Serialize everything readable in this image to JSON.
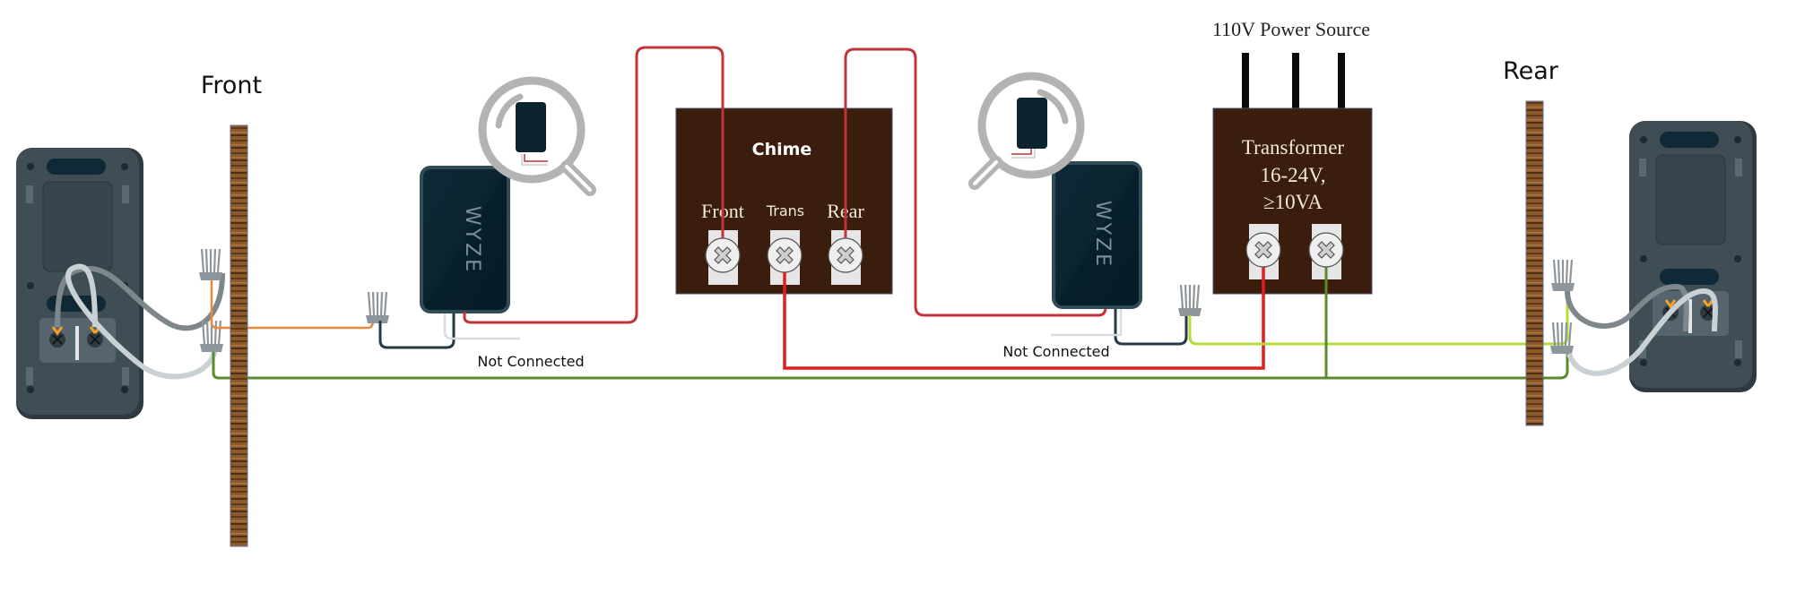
{
  "labels": {
    "front": "Front",
    "rear": "Rear",
    "power_source": "110V Power Source",
    "not_connected_left": "Not Connected",
    "not_connected_right": "Not Connected"
  },
  "chime": {
    "title": "Chime",
    "terminals": [
      "Front",
      "Trans",
      "Rear"
    ]
  },
  "transformer": {
    "line1": "Transformer",
    "line2": "16-24V,",
    "line3": "≥10VA"
  },
  "wyze_modules": [
    {
      "brand": "WYZE"
    },
    {
      "brand": "WYZE"
    }
  ],
  "colors": {
    "chime_box": "#3a1d0c",
    "wire_red": "#c0343a",
    "wire_red_bright": "#e11f1f",
    "wire_orange": "#e8893e",
    "wire_green": "#5b8a2e",
    "wire_lime": "#b5dc3a",
    "wire_dark": "#243a44",
    "doorbell_body": "#3f4d55",
    "wood": "#8a5a2c"
  }
}
